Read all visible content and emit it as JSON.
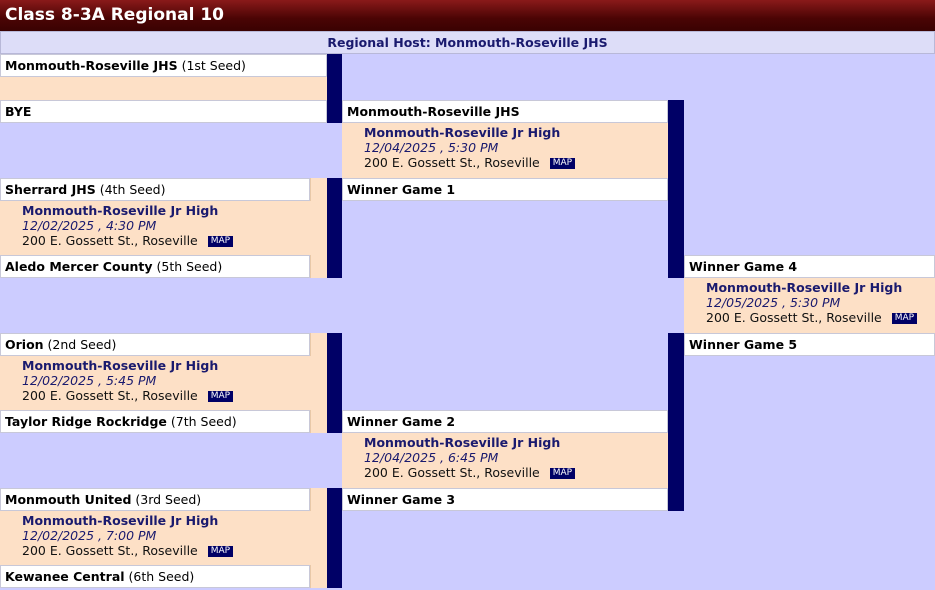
{
  "title": "Class 8-3A Regional 10",
  "host": "Regional Host: Monmouth-Roseville JHS",
  "round1": [
    {
      "name": "Monmouth-Roseville JHS",
      "seed": "(1st Seed)"
    },
    {
      "name": "BYE",
      "seed": ""
    },
    {
      "name": "Sherrard JHS",
      "seed": "(4th Seed)"
    },
    {
      "name": "Aledo Mercer County",
      "seed": "(5th Seed)"
    },
    {
      "name": "Orion",
      "seed": "(2nd Seed)"
    },
    {
      "name": "Taylor Ridge Rockridge",
      "seed": "(7th Seed)"
    },
    {
      "name": "Monmouth United",
      "seed": "(3rd Seed)"
    },
    {
      "name": "Kewanee Central",
      "seed": "(6th Seed)"
    }
  ],
  "games": {
    "g1": {
      "site": "Monmouth-Roseville Jr High",
      "datetime": "12/02/2025 , 4:30 PM",
      "address": "200 E. Gossett St., Roseville",
      "map": "MAP"
    },
    "g2": {
      "site": "Monmouth-Roseville Jr High",
      "datetime": "12/02/2025 , 5:45 PM",
      "address": "200 E. Gossett St., Roseville",
      "map": "MAP"
    },
    "g3": {
      "site": "Monmouth-Roseville Jr High",
      "datetime": "12/02/2025 , 7:00 PM",
      "address": "200 E. Gossett St., Roseville",
      "map": "MAP"
    },
    "g4": {
      "site": "Monmouth-Roseville Jr High",
      "datetime": "12/04/2025 , 5:30 PM",
      "address": "200 E. Gossett St., Roseville",
      "map": "MAP"
    },
    "g5": {
      "site": "Monmouth-Roseville Jr High",
      "datetime": "12/04/2025 , 6:45 PM",
      "address": "200 E. Gossett St., Roseville",
      "map": "MAP"
    },
    "g6": {
      "site": "Monmouth-Roseville Jr High",
      "datetime": "12/05/2025 , 5:30 PM",
      "address": "200 E. Gossett St., Roseville",
      "map": "MAP"
    }
  },
  "round2": [
    "Monmouth-Roseville JHS",
    "Winner Game 1",
    "Winner Game 2",
    "Winner Game 3"
  ],
  "round3": [
    "Winner Game 4",
    "Winner Game 5"
  ]
}
